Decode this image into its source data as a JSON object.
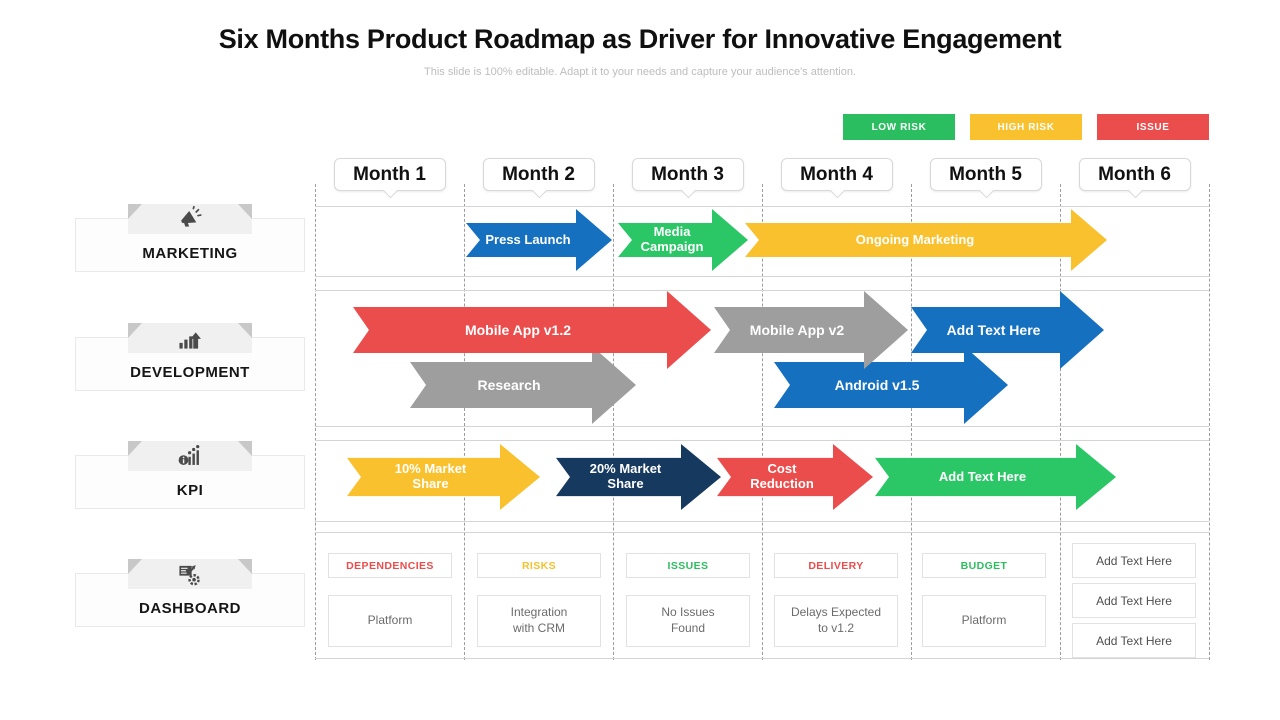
{
  "title": "Six Months Product Roadmap as Driver for Innovative Engagement",
  "subtitle": "This slide is 100% editable. Adapt it to your needs and capture your audience's attention.",
  "legend": [
    {
      "label": "LOW RISK",
      "color": "#2BBE60"
    },
    {
      "label": "HIGH RISK",
      "color": "#F9C12D"
    },
    {
      "label": "ISSUE",
      "color": "#EB4C4C"
    }
  ],
  "months": [
    "Month 1",
    "Month 2",
    "Month 3",
    "Month 4",
    "Month 5",
    "Month 6"
  ],
  "rows": [
    {
      "label": "MARKETING"
    },
    {
      "label": "DEVELOPMENT"
    },
    {
      "label": "KPI"
    },
    {
      "label": "DASHBOARD"
    }
  ],
  "arrows": {
    "marketing": [
      {
        "label": "Press Launch",
        "color": "#1570BF",
        "months": "2"
      },
      {
        "label": "Media\nCampaign",
        "color": "#2BC767",
        "months": "3"
      },
      {
        "label": "Ongoing Marketing",
        "color": "#F9C12D",
        "months": "4-6"
      }
    ],
    "development_track1": [
      {
        "label": "Mobile App v1.2",
        "color": "#EB4C4C",
        "months": "1-3"
      },
      {
        "label": "Mobile App v2",
        "color": "#9E9E9E",
        "months": "3-4"
      },
      {
        "label": "Add Text Here",
        "color": "#1570BF",
        "months": "5-6"
      }
    ],
    "development_track2": [
      {
        "label": "Research",
        "color": "#9E9E9E",
        "months": "1-2"
      },
      {
        "label": "Android v1.5",
        "color": "#1570BF",
        "months": "4-5"
      }
    ],
    "kpi": [
      {
        "label": "10% Market\nShare",
        "color": "#F9C12D",
        "months": "1"
      },
      {
        "label": "20% Market\nShare",
        "color": "#16395F",
        "months": "2-3"
      },
      {
        "label": "Cost\nReduction",
        "color": "#EB4C4C",
        "months": "3-4"
      },
      {
        "label": "Add Text Here",
        "color": "#2BC767",
        "months": "5-6"
      }
    ]
  },
  "dashboard": {
    "columns": [
      {
        "header": "DEPENDENCIES",
        "header_color": "#EB4C4C",
        "content": "Platform"
      },
      {
        "header": "RISKS",
        "header_color": "#F5C12D",
        "content": "Integration\nwith CRM"
      },
      {
        "header": "ISSUES",
        "header_color": "#2DBE60",
        "content": "No Issues\nFound"
      },
      {
        "header": "DELIVERY",
        "header_color": "#EB4C4C",
        "content": "Delays Expected\nto v1.2"
      },
      {
        "header": "BUDGET",
        "header_color": "#2DBE60",
        "content": "Platform"
      }
    ],
    "month6_boxes": [
      "Add Text Here",
      "Add Text Here",
      "Add Text Here"
    ]
  }
}
